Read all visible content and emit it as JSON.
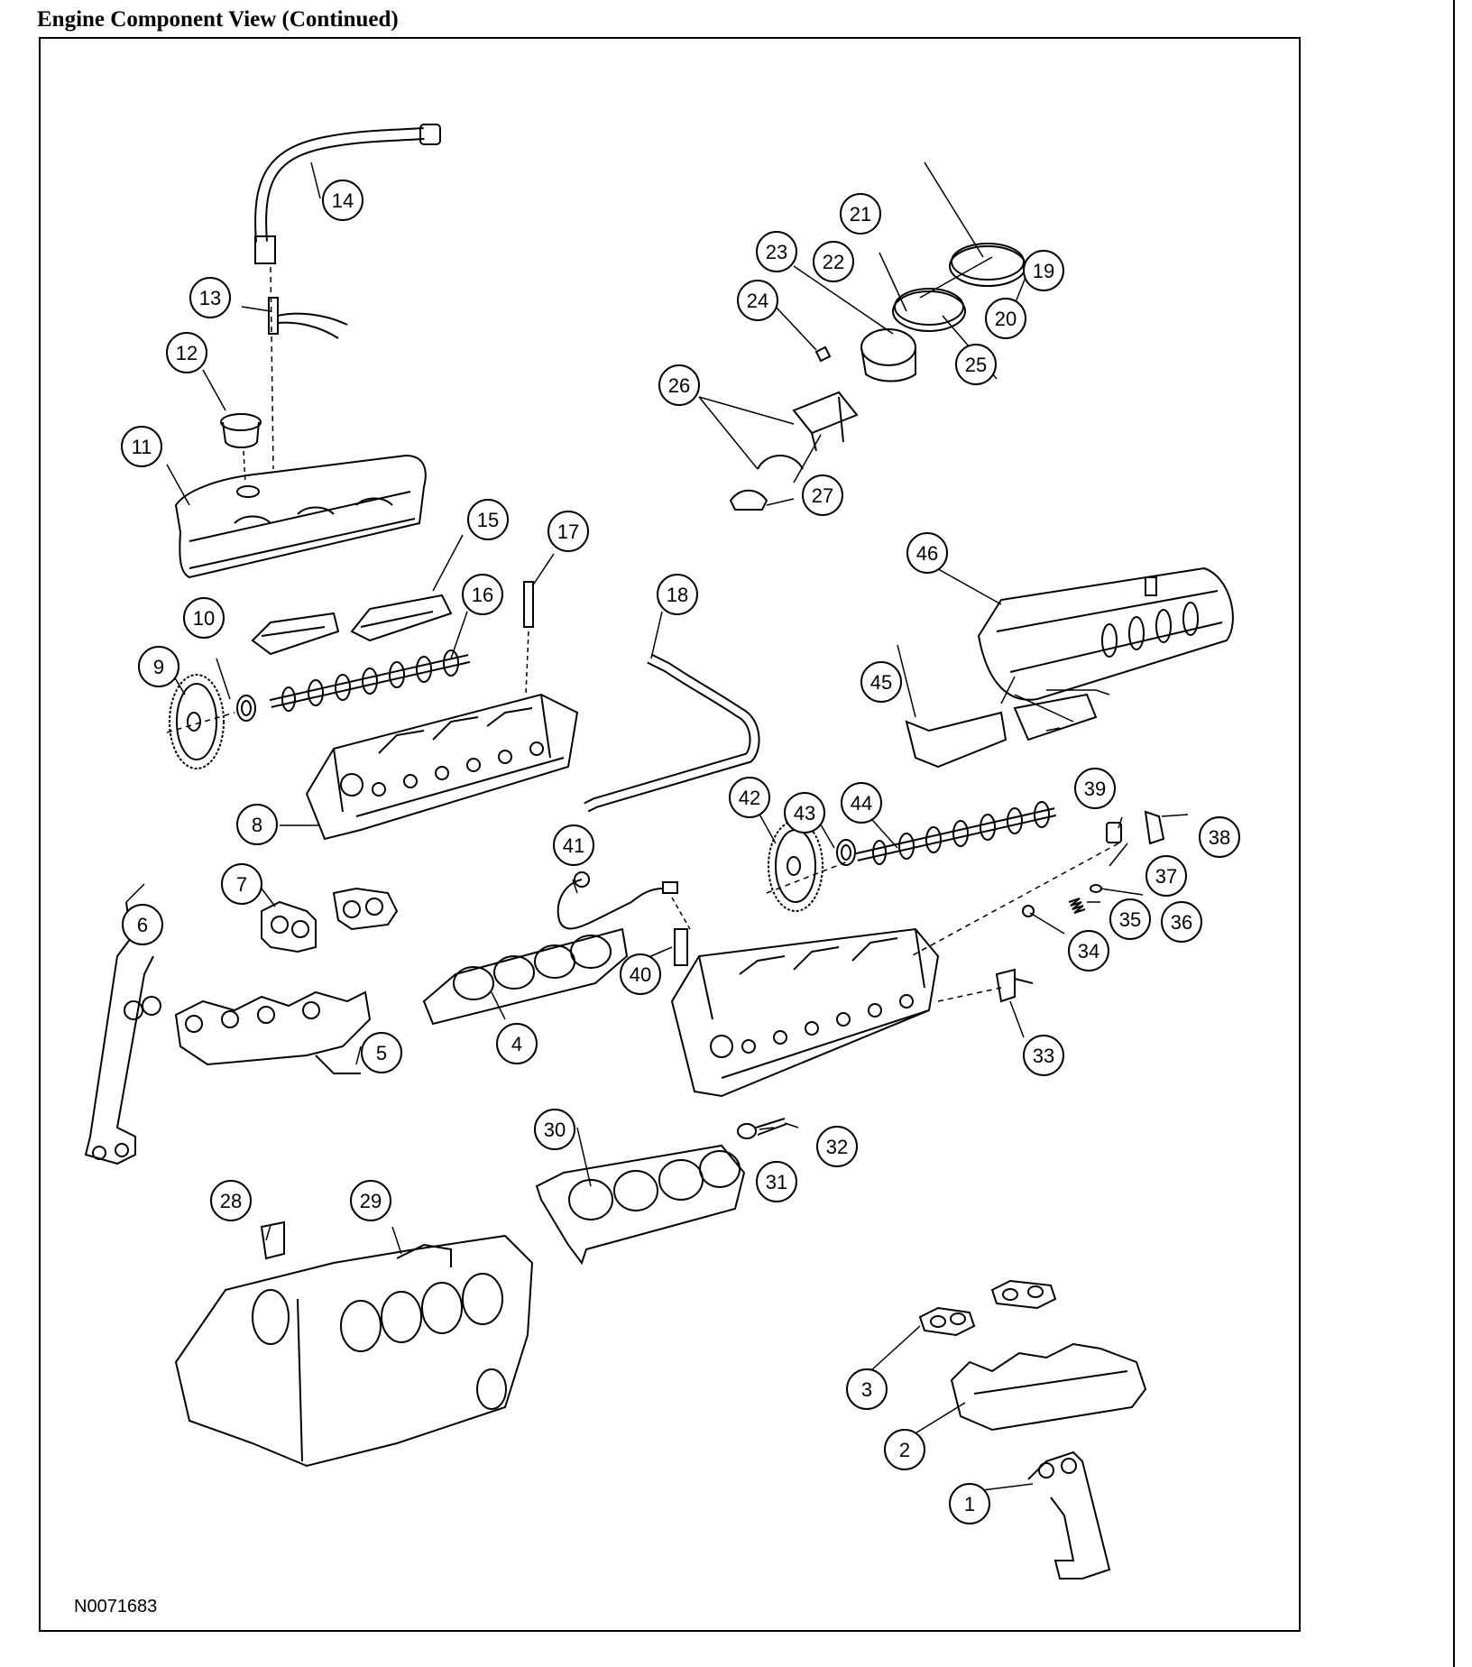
{
  "page": {
    "title": "Engine Component View (Continued)",
    "figure_code": "N0071683"
  },
  "callouts": [
    {
      "n": "1"
    },
    {
      "n": "2"
    },
    {
      "n": "3"
    },
    {
      "n": "4"
    },
    {
      "n": "5"
    },
    {
      "n": "6"
    },
    {
      "n": "7"
    },
    {
      "n": "8"
    },
    {
      "n": "9"
    },
    {
      "n": "10"
    },
    {
      "n": "11"
    },
    {
      "n": "12"
    },
    {
      "n": "13"
    },
    {
      "n": "14"
    },
    {
      "n": "15"
    },
    {
      "n": "16"
    },
    {
      "n": "17"
    },
    {
      "n": "18"
    },
    {
      "n": "19"
    },
    {
      "n": "20"
    },
    {
      "n": "21"
    },
    {
      "n": "22"
    },
    {
      "n": "23"
    },
    {
      "n": "24"
    },
    {
      "n": "25"
    },
    {
      "n": "26"
    },
    {
      "n": "27"
    },
    {
      "n": "28"
    },
    {
      "n": "29"
    },
    {
      "n": "30"
    },
    {
      "n": "31"
    },
    {
      "n": "32"
    },
    {
      "n": "33"
    },
    {
      "n": "34"
    },
    {
      "n": "35"
    },
    {
      "n": "36"
    },
    {
      "n": "37"
    },
    {
      "n": "38"
    },
    {
      "n": "39"
    },
    {
      "n": "40"
    },
    {
      "n": "41"
    },
    {
      "n": "42"
    },
    {
      "n": "43"
    },
    {
      "n": "44"
    },
    {
      "n": "45"
    },
    {
      "n": "46"
    }
  ]
}
